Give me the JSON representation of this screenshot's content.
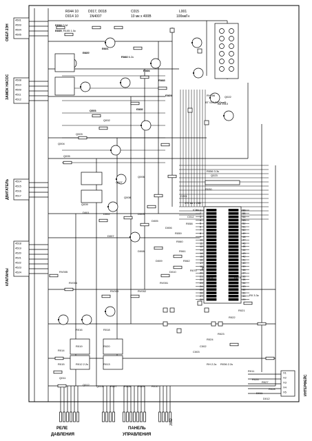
{
  "connector_groups": {
    "oven": {
      "label": "ОБЕЛ 2ЭН",
      "pins": [
        "4501",
        "4503",
        "4504",
        "4505"
      ]
    },
    "drain_pump": {
      "label": "ЗАМОК НАСОС",
      "pins": [
        "4508",
        "4510",
        "4509",
        "4511",
        "4512"
      ]
    },
    "motor": {
      "label": "ДВИГАТЕЛЬ",
      "pins": [
        "4514",
        "4515",
        "4516",
        "4517"
      ]
    },
    "valves": {
      "label": "КЛАПАНЫ",
      "pins": [
        "4518",
        "4519",
        "4520",
        "4521",
        "4522",
        "4523",
        "4524"
      ]
    },
    "interface": {
      "label": "ИНТЕРФЕЙС",
      "pins": [
        "X1",
        "X2",
        "X3",
        "X4",
        "X5"
      ]
    }
  },
  "bottom_labels": {
    "pressure_relay": [
      "РЕЛЕ",
      "ДАВЛЕНИЯ"
    ],
    "control_panel": [
      "ПАНЕЛЬ",
      "УПРАВЛЕНИЯ"
    ],
    "jumper": "J602"
  },
  "top_components": [
    "R044 10",
    "D014 10",
    "D017, D018",
    "1N4007",
    "C015",
    "10 мк x 400В",
    "L001",
    "100мкГн"
  ],
  "components": [
    "D004 О.М",
    "R105, R105 1.0к",
    "R107",
    "R101",
    "R102",
    "R106",
    "R108",
    "R109",
    "R110",
    "Q001",
    "Q002",
    "Q003",
    "Q004",
    "Q005",
    "Q006",
    "Q007",
    "Q008",
    "Q009",
    "D001",
    "D002",
    "D003",
    "D005",
    "D006",
    "D007",
    "D008",
    "D009",
    "D010",
    "RV001",
    "RV002",
    "RV003",
    "RV004",
    "RV005",
    "RV006",
    "BT 010,2200мкФ",
    "BA 1510",
    "Q022",
    "Q023",
    "R056 3.3к",
    "R030",
    "C201",
    "470 мк x 25В",
    "IC01",
    "C012",
    "R058",
    "R059",
    "R060",
    "R061",
    "R062",
    "R070",
    "R072",
    "R073",
    "R0 3.3к",
    "R021",
    "R022",
    "R023",
    "R024",
    "C002",
    "C003",
    "RH 2.2к",
    "R036 2.2к",
    "R016",
    "R018",
    "R019",
    "R020",
    "R012 2.2к",
    "R013",
    "R014",
    "R015",
    "Q011",
    "Q012",
    "Q013",
    "R007",
    "R008",
    "R009",
    "R010",
    "R011",
    "R026",
    "R027",
    "R028",
    "D011",
    "D012",
    "D013",
    "D019",
    "D020",
    "D021",
    "R040 6.2к",
    "R041",
    "R042",
    "C021",
    "C022",
    "C023"
  ],
  "ic_pins_left": [
    "1",
    "2",
    "3",
    "4",
    "5",
    "6",
    "7",
    "8",
    "9",
    "10",
    "11",
    "12",
    "13",
    "14",
    "15",
    "16",
    "17",
    "18",
    "19",
    "20",
    "21",
    "22",
    "23",
    "24",
    "25",
    "26",
    "27",
    "28"
  ],
  "ic_pins_right": [
    "56",
    "55",
    "54",
    "53",
    "52",
    "51",
    "50",
    "49",
    "48",
    "47",
    "46",
    "45",
    "44",
    "43",
    "42",
    "41",
    "40",
    "39",
    "38",
    "37",
    "36",
    "35",
    "34",
    "33",
    "32",
    "31",
    "30",
    "29"
  ]
}
